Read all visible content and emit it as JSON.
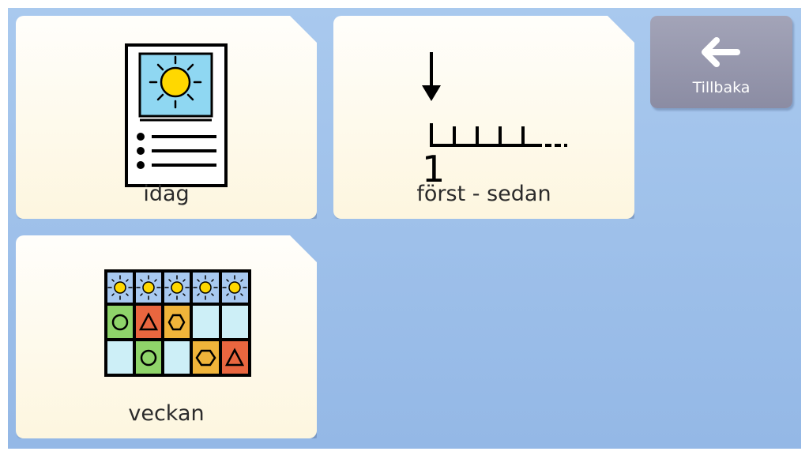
{
  "tiles": {
    "idag": {
      "label": "idag",
      "icon": "day-schedule-icon"
    },
    "forst": {
      "label": "först - sedan",
      "icon": "first-then-timeline-icon",
      "number": "1"
    },
    "veckan": {
      "label": "veckan",
      "icon": "week-schedule-icon"
    }
  },
  "back_button": {
    "label": "Tillbaka",
    "icon": "arrow-left-icon"
  },
  "colors": {
    "background": "#a2c3ec",
    "tile": "#fdf8e6",
    "back_button": "#9899b0",
    "sky": "#8fd7f2",
    "sun": "#ffd800",
    "green": "#8fd46a",
    "orange": "#e9663f",
    "yellow": "#f0b43a",
    "light_blue": "#cdeff7"
  }
}
